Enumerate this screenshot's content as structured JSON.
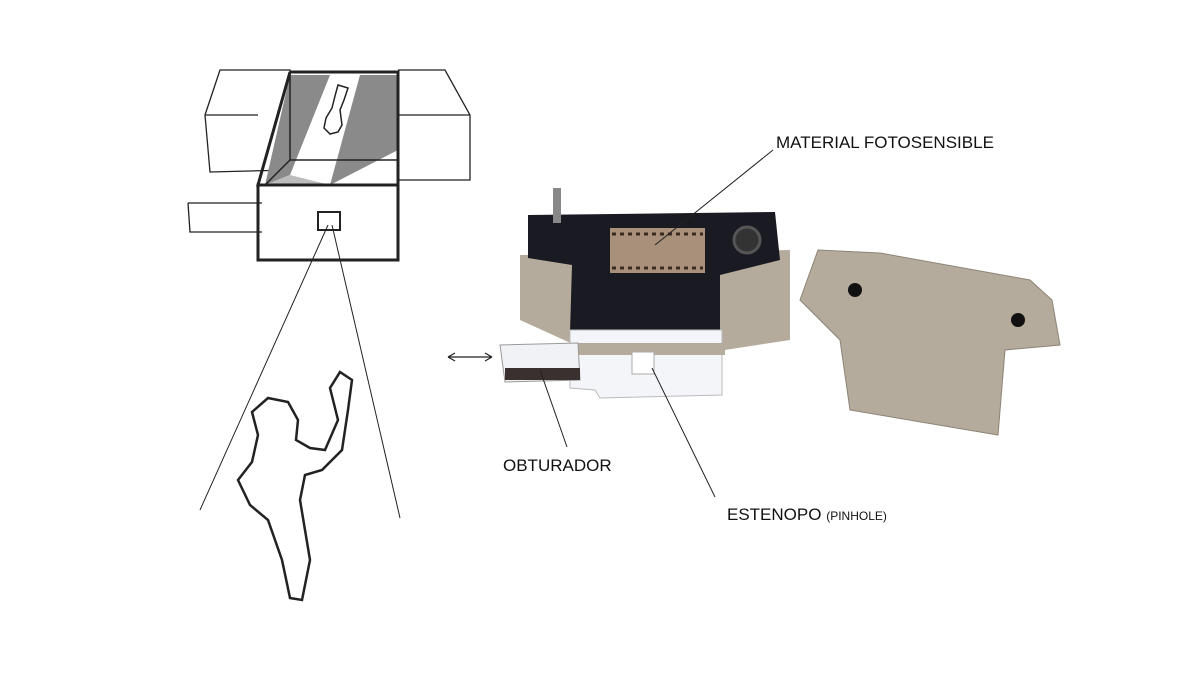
{
  "labels": {
    "photosensitive": "MATERIAL FOTOSENSIBLE",
    "shutter": "OBTURADOR",
    "pinhole": "ESTENOPO",
    "pinhole_note": "(PINHOLE)"
  },
  "colors": {
    "ink": "#111111",
    "interior_gray": "#8a8a8a",
    "cardboard": "#b5ab9c",
    "black_box": "#1a1a22"
  }
}
